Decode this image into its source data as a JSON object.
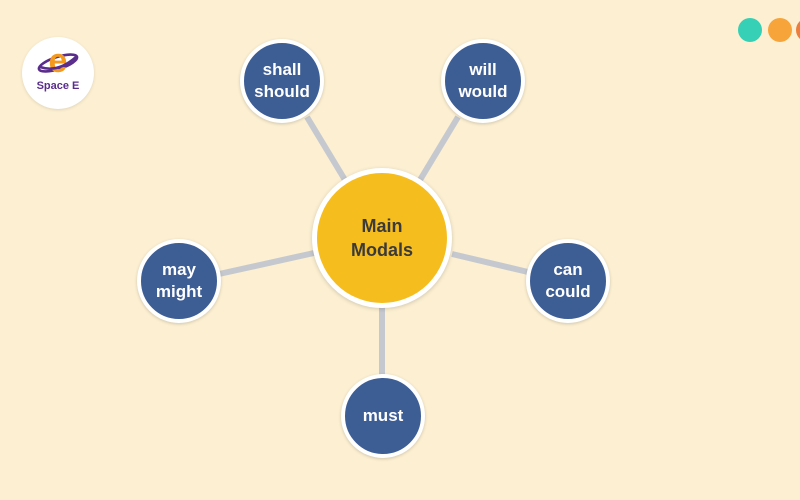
{
  "brand": {
    "name": "Space E",
    "tagline": "",
    "colors": {
      "logo_purple": "#5a2d8c",
      "logo_orange": "#f39a1e"
    }
  },
  "diagram": {
    "center": {
      "lines": [
        "Main",
        "Modals"
      ],
      "color": "#f6bd1f"
    },
    "node_color": "#3d5d95",
    "connector_color": "#c5c9cf",
    "background": "#fdf0d2",
    "nodes": [
      {
        "id": "shall",
        "lines": [
          "shall",
          "should"
        ]
      },
      {
        "id": "will",
        "lines": [
          "will",
          "would"
        ]
      },
      {
        "id": "may",
        "lines": [
          "may",
          "might"
        ]
      },
      {
        "id": "can",
        "lines": [
          "can",
          "could"
        ]
      },
      {
        "id": "must",
        "lines": [
          "must"
        ]
      }
    ]
  },
  "decoration": {
    "dots": [
      "#35d0b5",
      "#f7a43a",
      "#ec7d3a"
    ]
  }
}
